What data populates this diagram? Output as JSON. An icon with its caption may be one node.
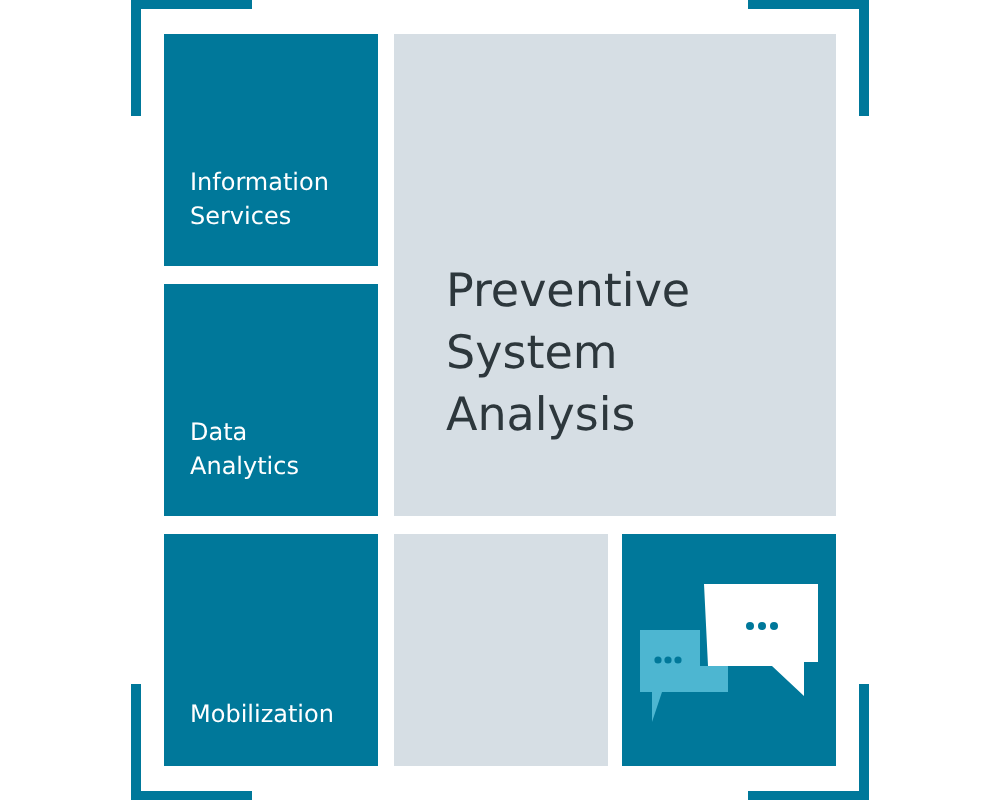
{
  "diagram": {
    "nodes": [
      {
        "text": [
          "Information Services"
        ]
      },
      {
        "text": [
          "Preventive System Analysis"
        ]
      },
      {
        "text": [
          "Data Analytics"
        ]
      },
      {
        "text": [
          "Mobilization"
        ]
      },
      {
        "text": [],
        "shape": "box"
      },
      {
        "text": [],
        "shape": "box"
      }
    ]
  }
}
